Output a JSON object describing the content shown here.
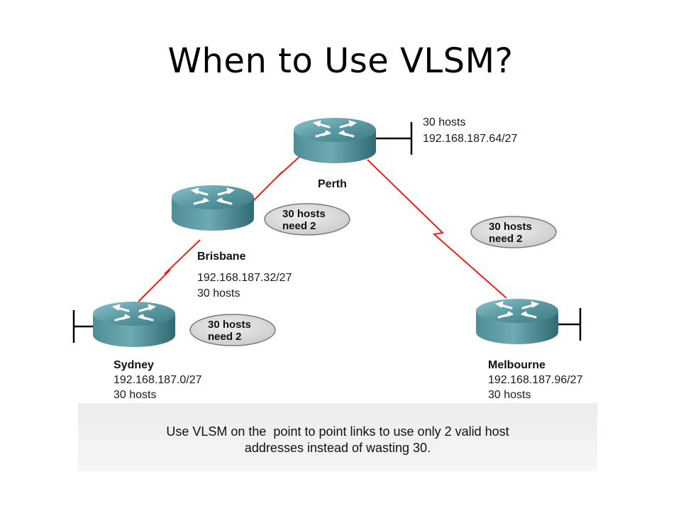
{
  "title": "When to Use VLSM?",
  "colors": {
    "link": "#e8211c",
    "router_top": "#5b9aa3",
    "router_body": "#3d7982",
    "oval_fill": "#d9d9d9",
    "oval_stroke": "#7a7a7a"
  },
  "routers": {
    "perth": {
      "name": "Perth",
      "hosts": "30 hosts",
      "subnet": "192.168.187.64/27",
      "icon": "router-icon"
    },
    "brisbane": {
      "name": "Brisbane",
      "subnet": "192.168.187.32/27",
      "hosts": "30 hosts",
      "icon": "router-icon"
    },
    "sydney": {
      "name": "Sydney",
      "subnet": "192.168.187.0/27",
      "hosts": "30 hosts",
      "icon": "router-icon"
    },
    "melbourne": {
      "name": "Melbourne",
      "subnet": "192.168.187.96/27",
      "hosts": "30 hosts",
      "icon": "router-icon"
    }
  },
  "links": [
    {
      "from": "Brisbane",
      "to": "Perth",
      "type": "serial"
    },
    {
      "from": "Sydney",
      "to": "Brisbane",
      "type": "serial"
    },
    {
      "from": "Perth",
      "to": "Melbourne",
      "type": "serial"
    }
  ],
  "notes": {
    "brisbane_perth": {
      "line1": "30 hosts",
      "line2": "need 2"
    },
    "sydney_brisbane": {
      "line1": "30 hosts",
      "line2": "need 2"
    },
    "perth_melbourne": {
      "line1": "30 hosts",
      "line2": "need 2"
    }
  },
  "caption": {
    "line1": "Use VLSM on the  point to point links to use only 2 valid host",
    "line2": "addresses instead of wasting 30."
  }
}
